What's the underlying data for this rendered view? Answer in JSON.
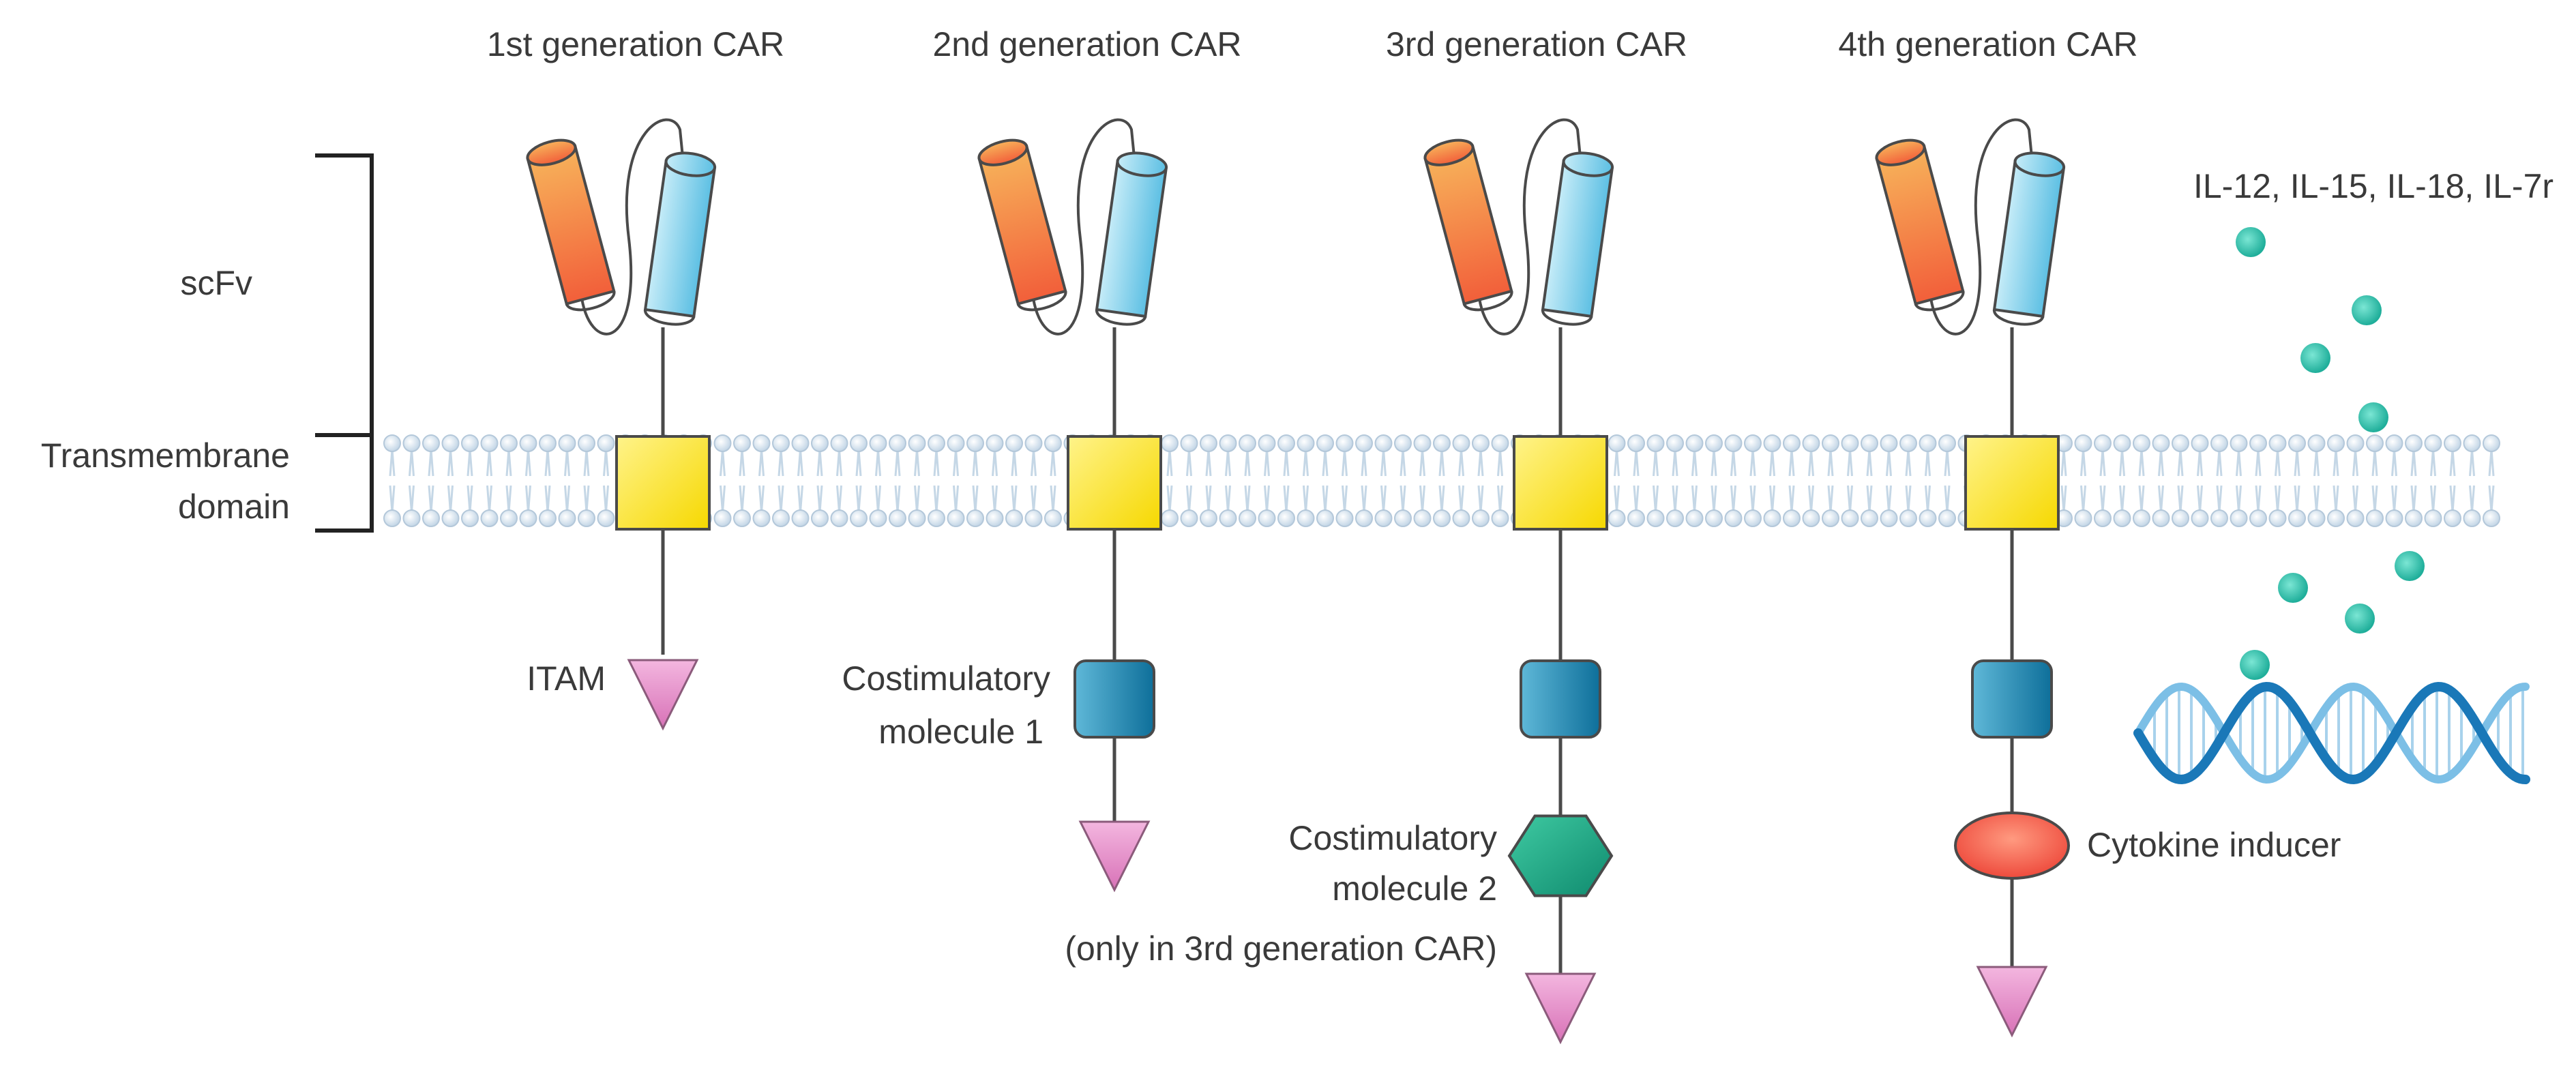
{
  "generations": [
    {
      "title": "1st generation CAR"
    },
    {
      "title": "2nd  generation CAR"
    },
    {
      "title": "3rd generation CAR"
    },
    {
      "title": "4th generation CAR"
    }
  ],
  "side_labels": {
    "scfv": "scFv",
    "transmembrane_line1": "Transmembrane",
    "transmembrane_line2": "domain"
  },
  "domain_labels": {
    "itam": "ITAM",
    "costim1_line1": "Costimulatory",
    "costim1_line2": "molecule 1",
    "costim2_line1": "Costimulatory",
    "costim2_line2": "molecule 2",
    "costim2_line3": "(only in 3rd generation CAR)",
    "cytokine_inducer": "Cytokine inducer"
  },
  "cytokines_label": "IL-12,  IL-15,  IL-18,  IL-7r",
  "colors": {
    "membrane_bead": "#d4e2ee",
    "transmembrane": "#ffe84a",
    "costim1": "#1e8fb8",
    "costim2": "#1aa383",
    "itam": "#e38fc8",
    "cytokine_inducer": "#f0604e",
    "cytokine_dot": "#2ec5b0",
    "scfv_orange": "#f6a04d",
    "scfv_blue": "#8fd3ec"
  }
}
